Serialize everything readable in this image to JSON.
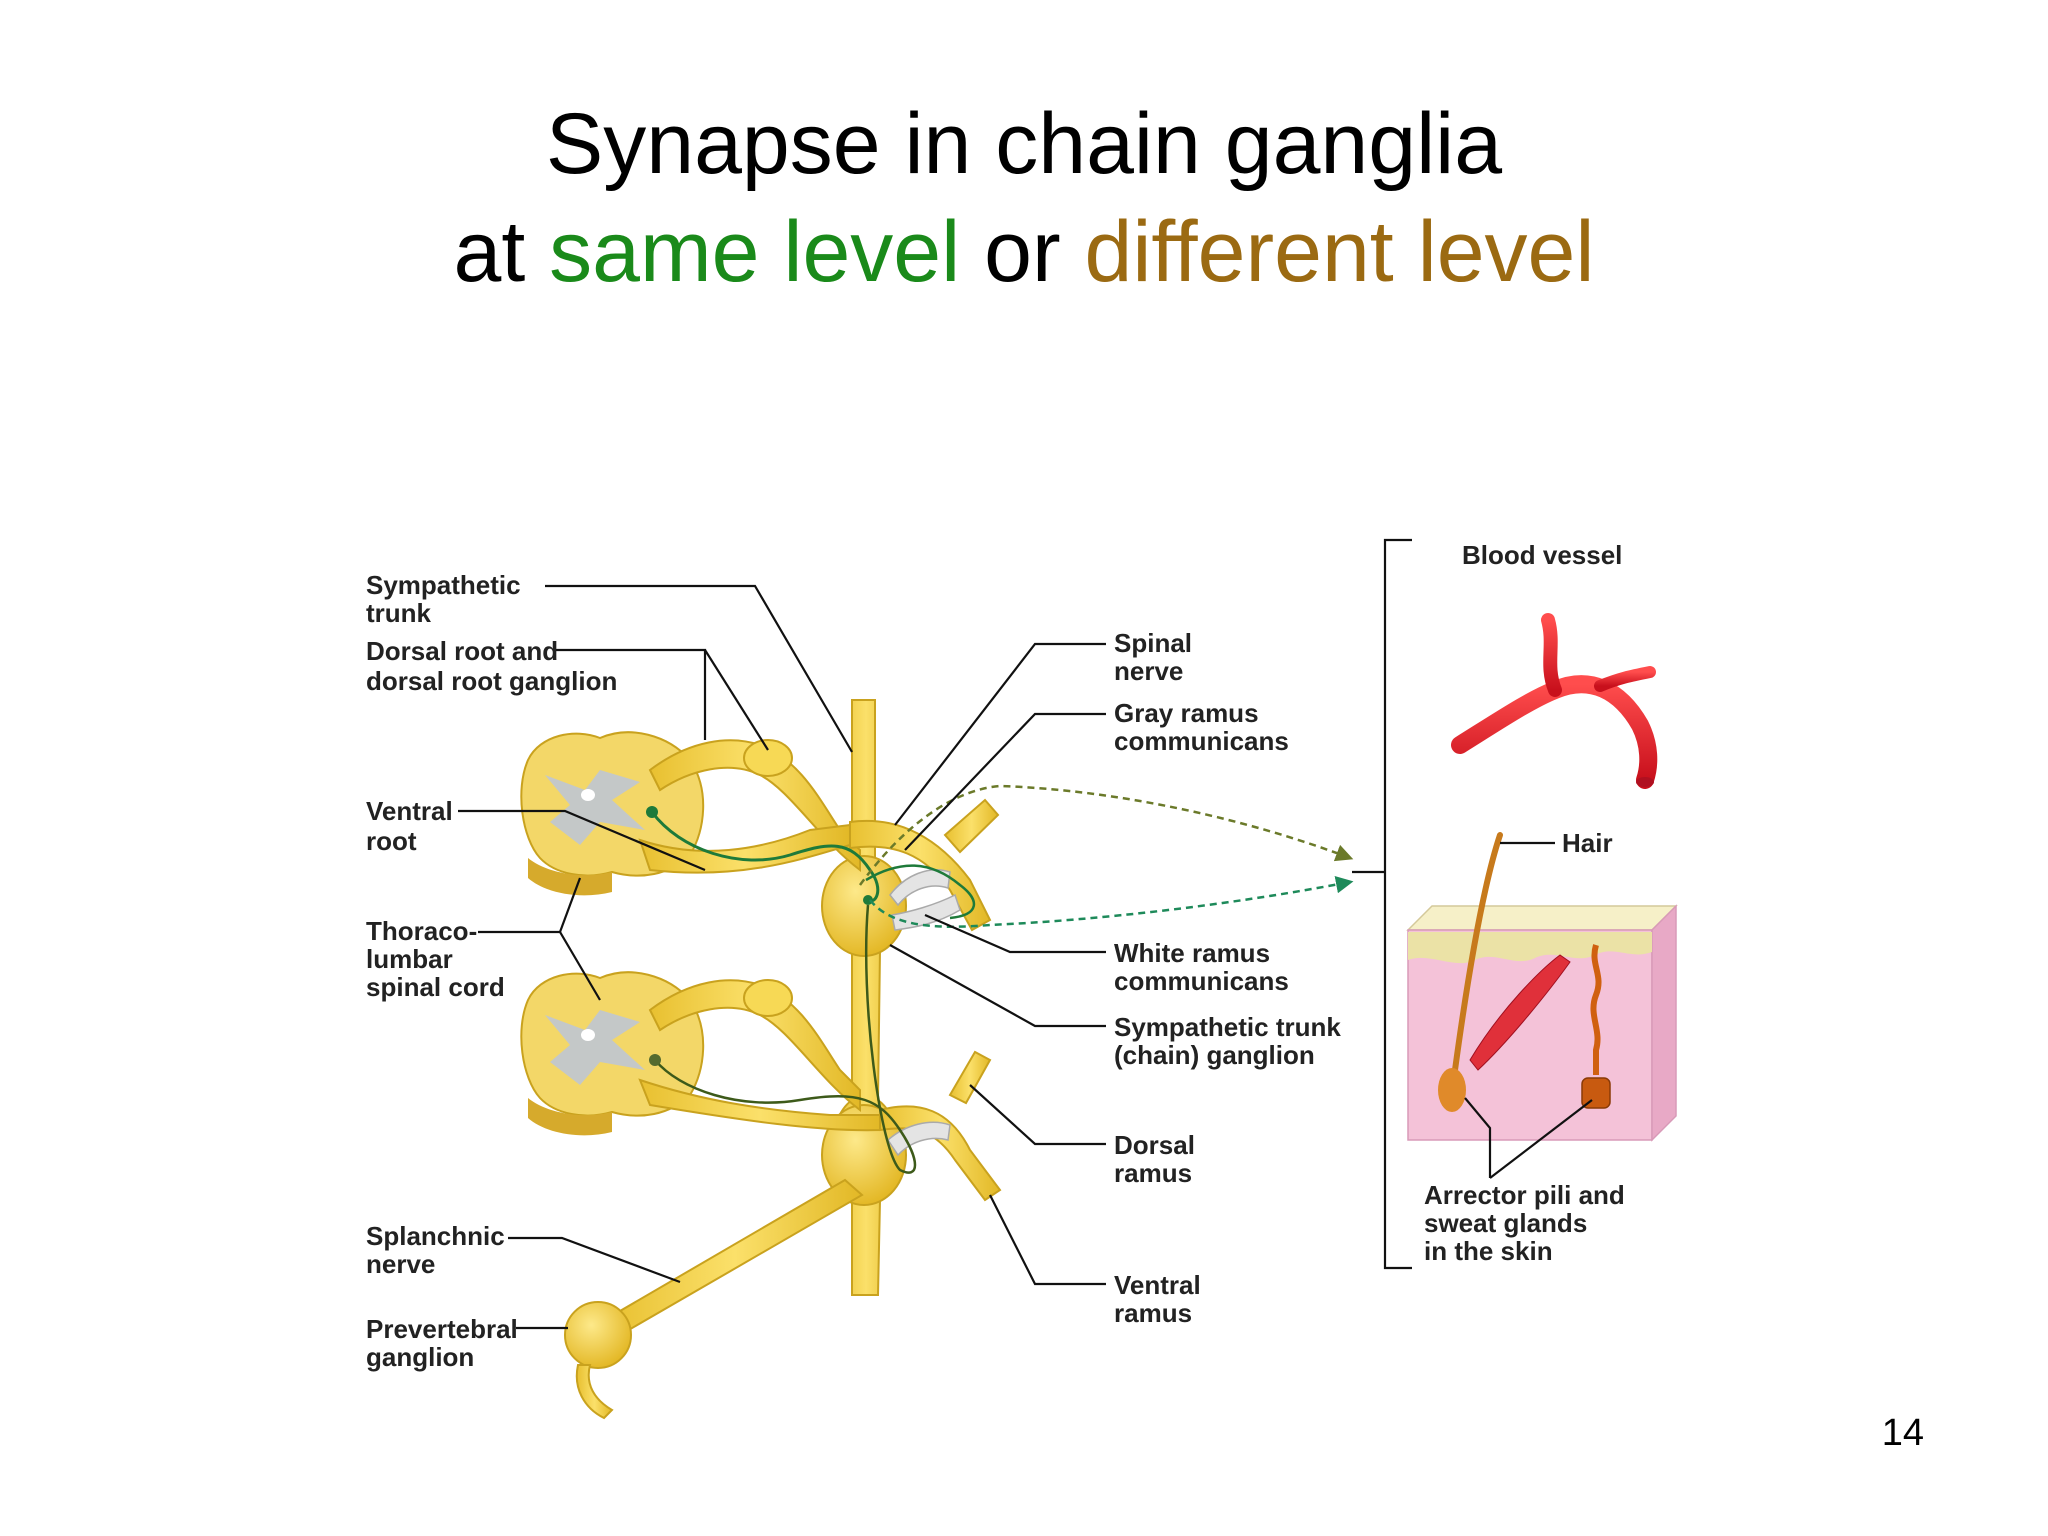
{
  "title": {
    "line1": "Synapse in chain ganglia",
    "line2_prefix": "at ",
    "line2_same": "same level",
    "line2_or": " or ",
    "line2_different": "different level",
    "colors": {
      "same": "#1a8a1a",
      "different": "#9b6a12"
    }
  },
  "labels": {
    "sympathetic_trunk": [
      "Sympathetic",
      "trunk"
    ],
    "dorsal_root": [
      "Dorsal root and",
      "dorsal root ganglion"
    ],
    "ventral_root": [
      "Ventral",
      "root"
    ],
    "thoracolumbar": [
      "Thoraco-",
      "lumbar",
      "spinal cord"
    ],
    "splanchnic": [
      "Splanchnic",
      "nerve"
    ],
    "prevertebral": [
      "Prevertebral",
      "ganglion"
    ],
    "spinal_nerve": [
      "Spinal",
      "nerve"
    ],
    "gray_ramus": [
      "Gray ramus",
      "communicans"
    ],
    "white_ramus": [
      "White ramus",
      "communicans"
    ],
    "trunk_ganglion": [
      "Sympathetic trunk",
      "(chain) ganglion"
    ],
    "dorsal_ramus": [
      "Dorsal",
      "ramus"
    ],
    "ventral_ramus": [
      "Ventral",
      "ramus"
    ],
    "blood_vessel": "Blood vessel",
    "hair": "Hair",
    "arrector": [
      "Arrector pili and",
      "sweat glands",
      "in the skin"
    ]
  },
  "colors": {
    "nerve": "#f2cf3c",
    "nerve_stroke": "#c9a21e",
    "gray_matter": "#c4c8c8",
    "axon_green": "#1e7a3a",
    "axon_olive": "#6b7a2a",
    "vessel": "#e0202a",
    "skin": "#f4c2d8"
  },
  "page_number": "14"
}
